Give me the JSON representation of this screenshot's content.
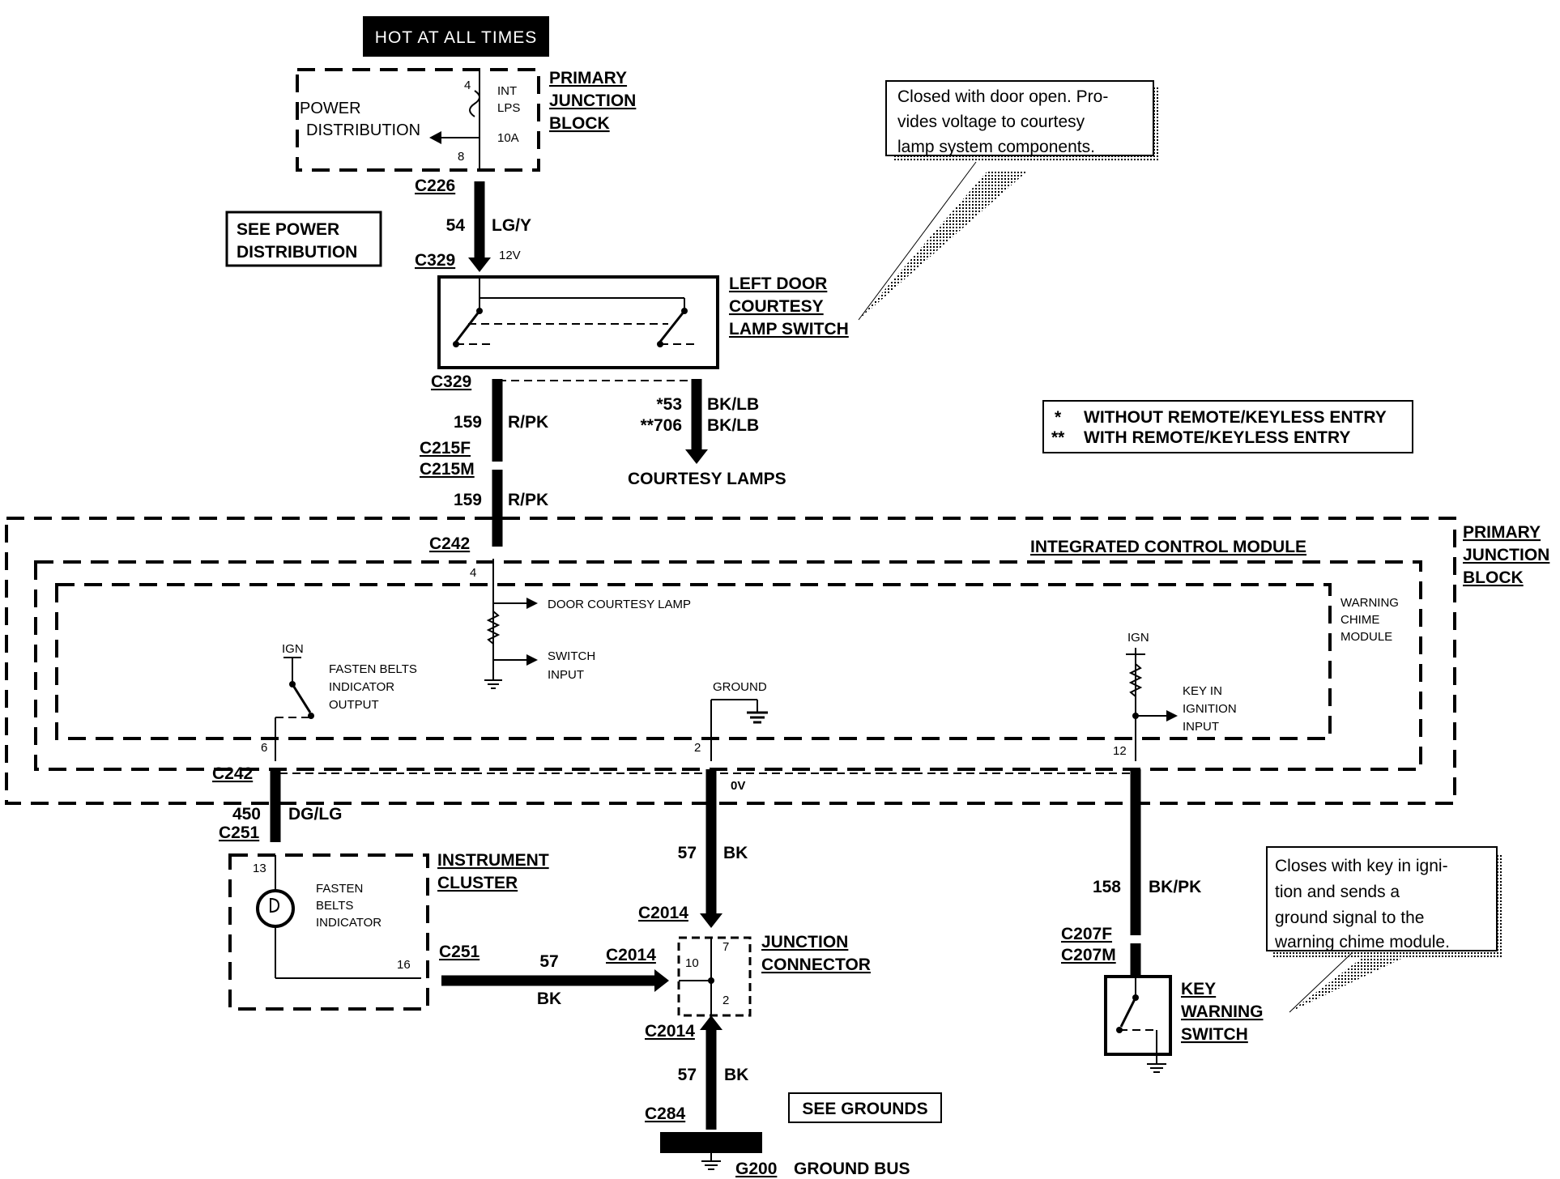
{
  "hot_label": "HOT AT ALL TIMES",
  "pjb_top": {
    "line1": "PRIMARY",
    "line2": "JUNCTION",
    "line3": "BLOCK"
  },
  "power_dist": {
    "line1": "POWER",
    "line2": "DISTRIBUTION"
  },
  "fuse": {
    "line1": "INT",
    "line2": "LPS",
    "rating": "10A",
    "pin_in": "4",
    "pin_out": "8"
  },
  "see_power": {
    "line1": "SEE POWER",
    "line2": "DISTRIBUTION"
  },
  "c226": "C226",
  "wire54": {
    "num": "54",
    "color": "LG/Y",
    "voltage": "12V"
  },
  "c329_top": "C329",
  "door_switch": {
    "line1": "LEFT DOOR",
    "line2": "COURTESY",
    "line3": "LAMP SWITCH"
  },
  "note_door": {
    "line1": "Closed with door open. Pro-",
    "line2": "vides  voltage  to  courtesy",
    "line3": "lamp system components."
  },
  "c329_bottom": "C329",
  "wire159_a": {
    "num": "159",
    "color": "R/PK"
  },
  "courtesy_wires": {
    "num1": "*53",
    "color1": "BK/LB",
    "num2": "**706",
    "color2": "BK/LB"
  },
  "courtesy_lamps": "COURTESY LAMPS",
  "legend": {
    "line1_mark": "*",
    "line1": "WITHOUT REMOTE/KEYLESS ENTRY",
    "line2_mark": "**",
    "line2": "WITH REMOTE/KEYLESS ENTRY"
  },
  "c215f": "C215F",
  "c215m": "C215M",
  "wire159_b": {
    "num": "159",
    "color": "R/PK"
  },
  "c242_top": "C242",
  "icm_label": "INTEGRATED CONTROL MODULE",
  "pjb_right": {
    "line1": "PRIMARY",
    "line2": "JUNCTION",
    "line3": "BLOCK"
  },
  "pin4": "4",
  "door_lamp_label": "DOOR COURTESY LAMP",
  "switch_input": {
    "line1": "SWITCH",
    "line2": "INPUT"
  },
  "warning_chime": {
    "line1": "WARNING",
    "line2": "CHIME",
    "line3": "MODULE"
  },
  "ign_left": "IGN",
  "fasten_out": {
    "line1": "FASTEN BELTS",
    "line2": "INDICATOR",
    "line3": "OUTPUT"
  },
  "ground_label": "GROUND",
  "ign_right": "IGN",
  "key_input": {
    "line1": "KEY IN",
    "line2": "IGNITION",
    "line3": "INPUT"
  },
  "pin6": "6",
  "pin2": "2",
  "pin12": "12",
  "c242_bottom": "C242",
  "zero_v": "0V",
  "wire450": {
    "num": "450",
    "color": "DG/LG"
  },
  "c251_top": "C251",
  "wire57_v": {
    "num": "57",
    "color": "BK"
  },
  "instrument_cluster": {
    "line1": "INSTRUMENT",
    "line2": "CLUSTER"
  },
  "pin13": "13",
  "fasten_ind": {
    "line1": "FASTEN",
    "line2": "BELTS",
    "line3": "INDICATOR"
  },
  "pin16": "16",
  "c251_bottom": "C251",
  "wire57_h": {
    "num": "57",
    "color": "BK"
  },
  "c2014_left": "C2014",
  "c2014_top": "C2014",
  "junction_connector": {
    "line1": "JUNCTION",
    "line2": "CONNECTOR",
    "pin7": "7",
    "pin10": "10",
    "pin2": "2"
  },
  "c2014_bottom": "C2014",
  "wire57_g": {
    "num": "57",
    "color": "BK"
  },
  "see_grounds": "SEE GROUNDS",
  "c284": "C284",
  "g200": "G200",
  "ground_bus": "GROUND BUS",
  "wire158": {
    "num": "158",
    "color": "BK/PK"
  },
  "note_key": {
    "line1": "Closes with key in igni-",
    "line2": "tion    and    sends    a",
    "line3": "ground  signal  to  the",
    "line4": "warning chime module."
  },
  "c207f": "C207F",
  "c207m": "C207M",
  "key_switch": {
    "line1": "KEY",
    "line2": "WARNING",
    "line3": "SWITCH"
  }
}
